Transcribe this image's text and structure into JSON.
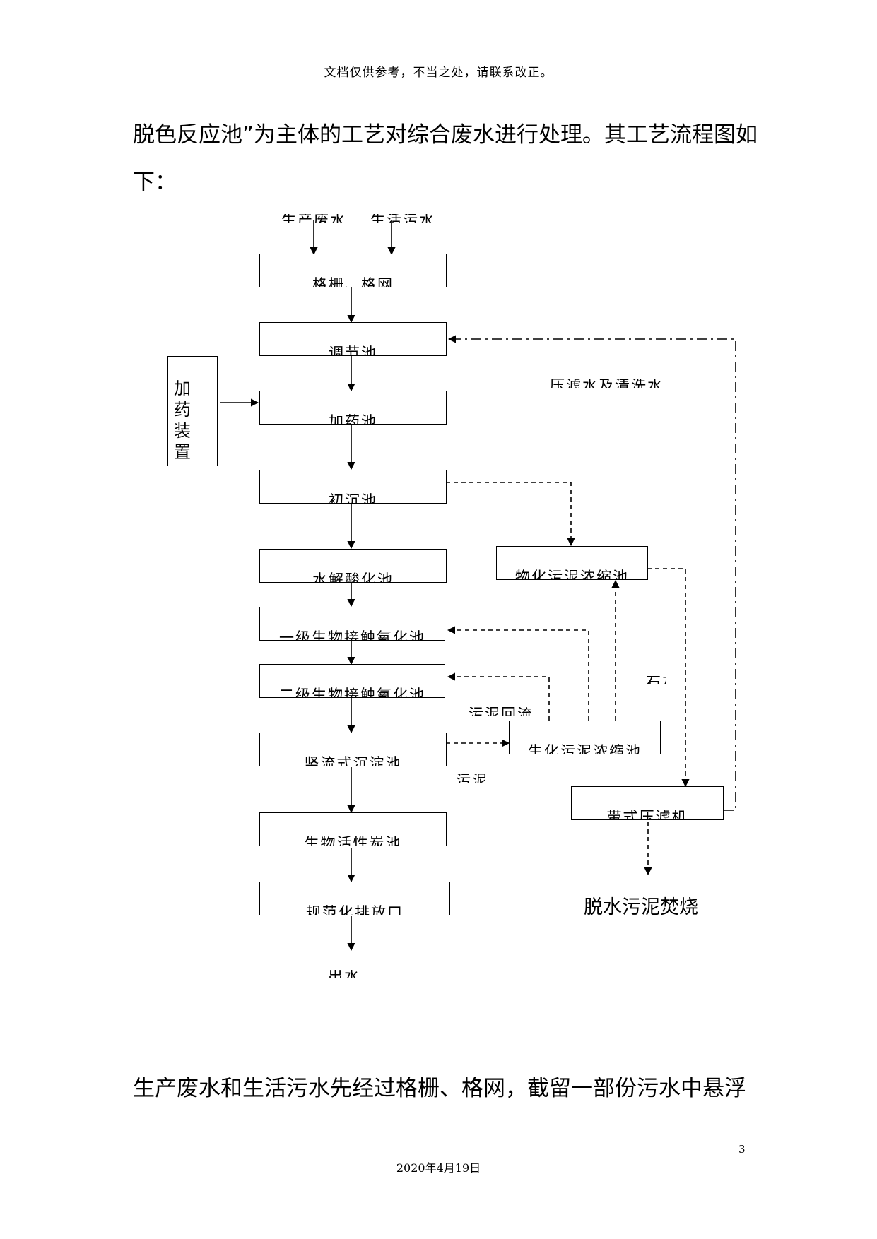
{
  "header_note": "文档仅供参考，不当之处，请联系改正。",
  "paragraphs": [
    "脱色反应池”为主体的工艺对综合废水进行处理。其工艺流程图如",
    "下：",
    "生产废水和生活污水先经过格栅、格网，截留一部份污水中悬浮"
  ],
  "flowchart": {
    "inputs": {
      "production_wastewater": "生产废水",
      "domestic_sewage": "生活污水"
    },
    "steps": [
      "格栅、格网",
      "调节池",
      "加药池",
      "初沉池",
      "水解酸化池",
      "一级生物接触氧化池",
      "二级生物接触氧化池",
      "竖流式沉淀池",
      "生物活性炭池",
      "规范化排放口"
    ],
    "dosing_device": "加药装置",
    "side_units": {
      "physchem_sludge_tank": "物化污泥浓缩池",
      "bio_sludge_tank": "生化污泥浓缩池",
      "belt_filter_press": "带式压滤机"
    },
    "annotations": {
      "filtrate_and_wash_water": "压滤水及清洗水",
      "sludge_return": "污泥回流",
      "sludge": "污泥",
      "lime": "石灰"
    },
    "effluent": "出水",
    "sludge_disposal": "脱水污泥焚烧"
  },
  "page_number": "3",
  "footer_date": "2020年4月19日"
}
